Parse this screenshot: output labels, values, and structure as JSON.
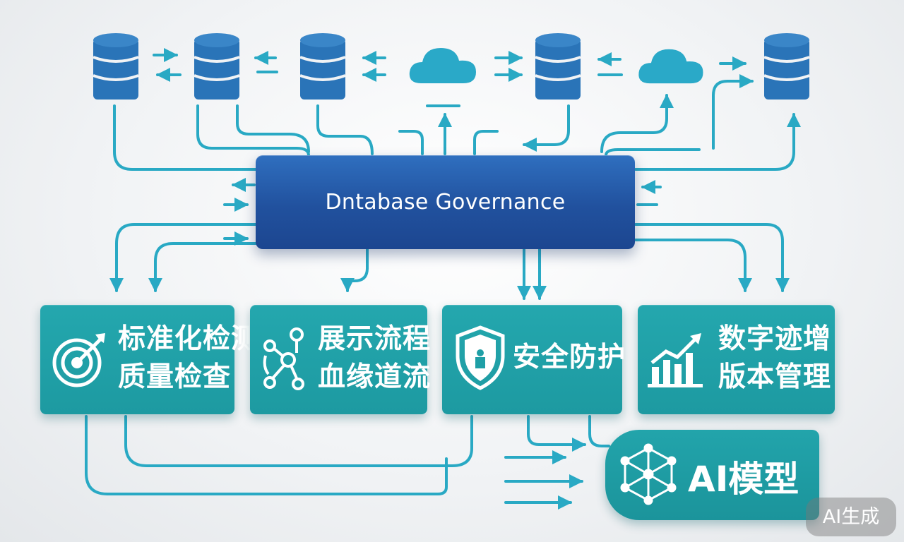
{
  "diagram": {
    "hub": {
      "title": "Dntabase Governance"
    },
    "cards": [
      {
        "id": "standard",
        "icon": "target-icon",
        "lines": [
          "标准化检测",
          "质量检查"
        ]
      },
      {
        "id": "lineage",
        "icon": "network-nodes-icon",
        "lines": [
          "展示流程",
          "血缘道流"
        ]
      },
      {
        "id": "security",
        "icon": "shield-lock-icon",
        "lines": [
          "安全防护"
        ]
      },
      {
        "id": "version",
        "icon": "bar-chart-growth-icon",
        "lines": [
          "数字迹增",
          "版本管理"
        ]
      }
    ],
    "ai": {
      "title": "AI模型",
      "icon": "neural-network-icon"
    },
    "top_nodes": [
      "database-icon",
      "database-icon",
      "database-icon",
      "cloud-icon",
      "database-icon",
      "cloud-icon",
      "database-icon"
    ]
  },
  "watermark": "AI生成",
  "colors": {
    "hub": "#21519e",
    "card": "#1f9fa6",
    "connector": "#29a9c4",
    "database": "#2a74b8",
    "cloud": "#2aa9c8"
  }
}
